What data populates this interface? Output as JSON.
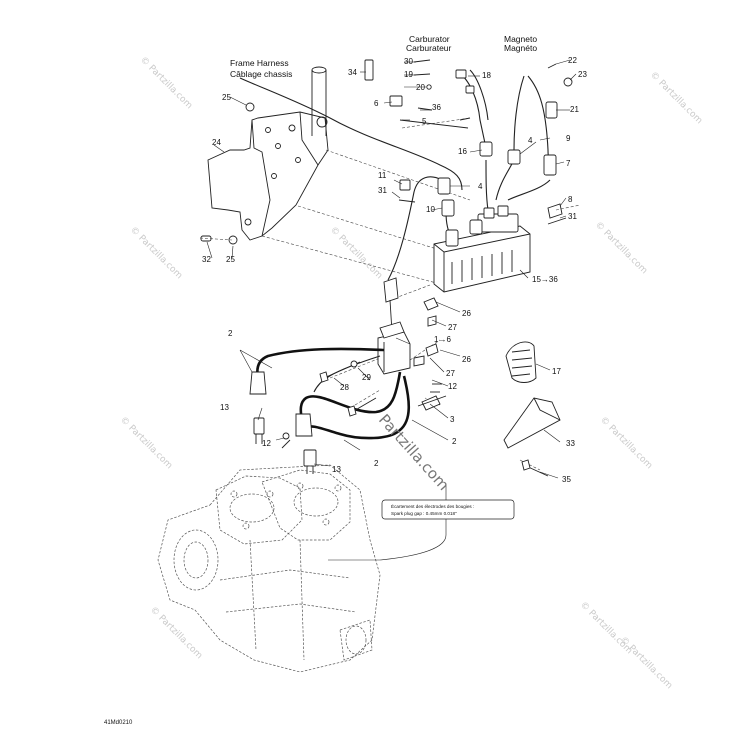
{
  "header_labels": {
    "frame_harness_en": "Frame Harness",
    "frame_harness_fr": "Câblage chassis",
    "carburator_en": "Carburator",
    "carburator_fr": "Carburateur",
    "magneto_en": "Magneto",
    "magneto_fr": "Magnéto"
  },
  "callouts": {
    "n1to6": "1→6",
    "n2a": "2",
    "n2b": "2",
    "n2c": "2",
    "n3": "3",
    "n4": "4",
    "n4b": "4",
    "n5": "5",
    "n6": "6",
    "n7": "7",
    "n8": "8",
    "n9": "9",
    "n10": "10",
    "n11": "11",
    "n12a": "12",
    "n12b": "12",
    "n13a": "13",
    "n13b": "13",
    "n15to36": "15→36",
    "n16": "16",
    "n17": "17",
    "n18": "18",
    "n19": "19",
    "n20": "20",
    "n21": "21",
    "n22": "22",
    "n23": "23",
    "n24": "24",
    "n25a": "25",
    "n25b": "25",
    "n26a": "26",
    "n26b": "26",
    "n27a": "27",
    "n27b": "27",
    "n28": "28",
    "n29": "29",
    "n30": "30",
    "n31a": "31",
    "n31b": "31",
    "n32": "32",
    "n33": "33",
    "n34": "34",
    "n35": "35",
    "n36": "36"
  },
  "note_box": {
    "line1": "Écartement des électrodes des bougies :",
    "line2": "Spark plug gap :   0.45mm  0.018\""
  },
  "drawing_code": "41Md0210",
  "watermarks": {
    "center": "Partzilla.com",
    "small": "© Partzilla.com"
  }
}
